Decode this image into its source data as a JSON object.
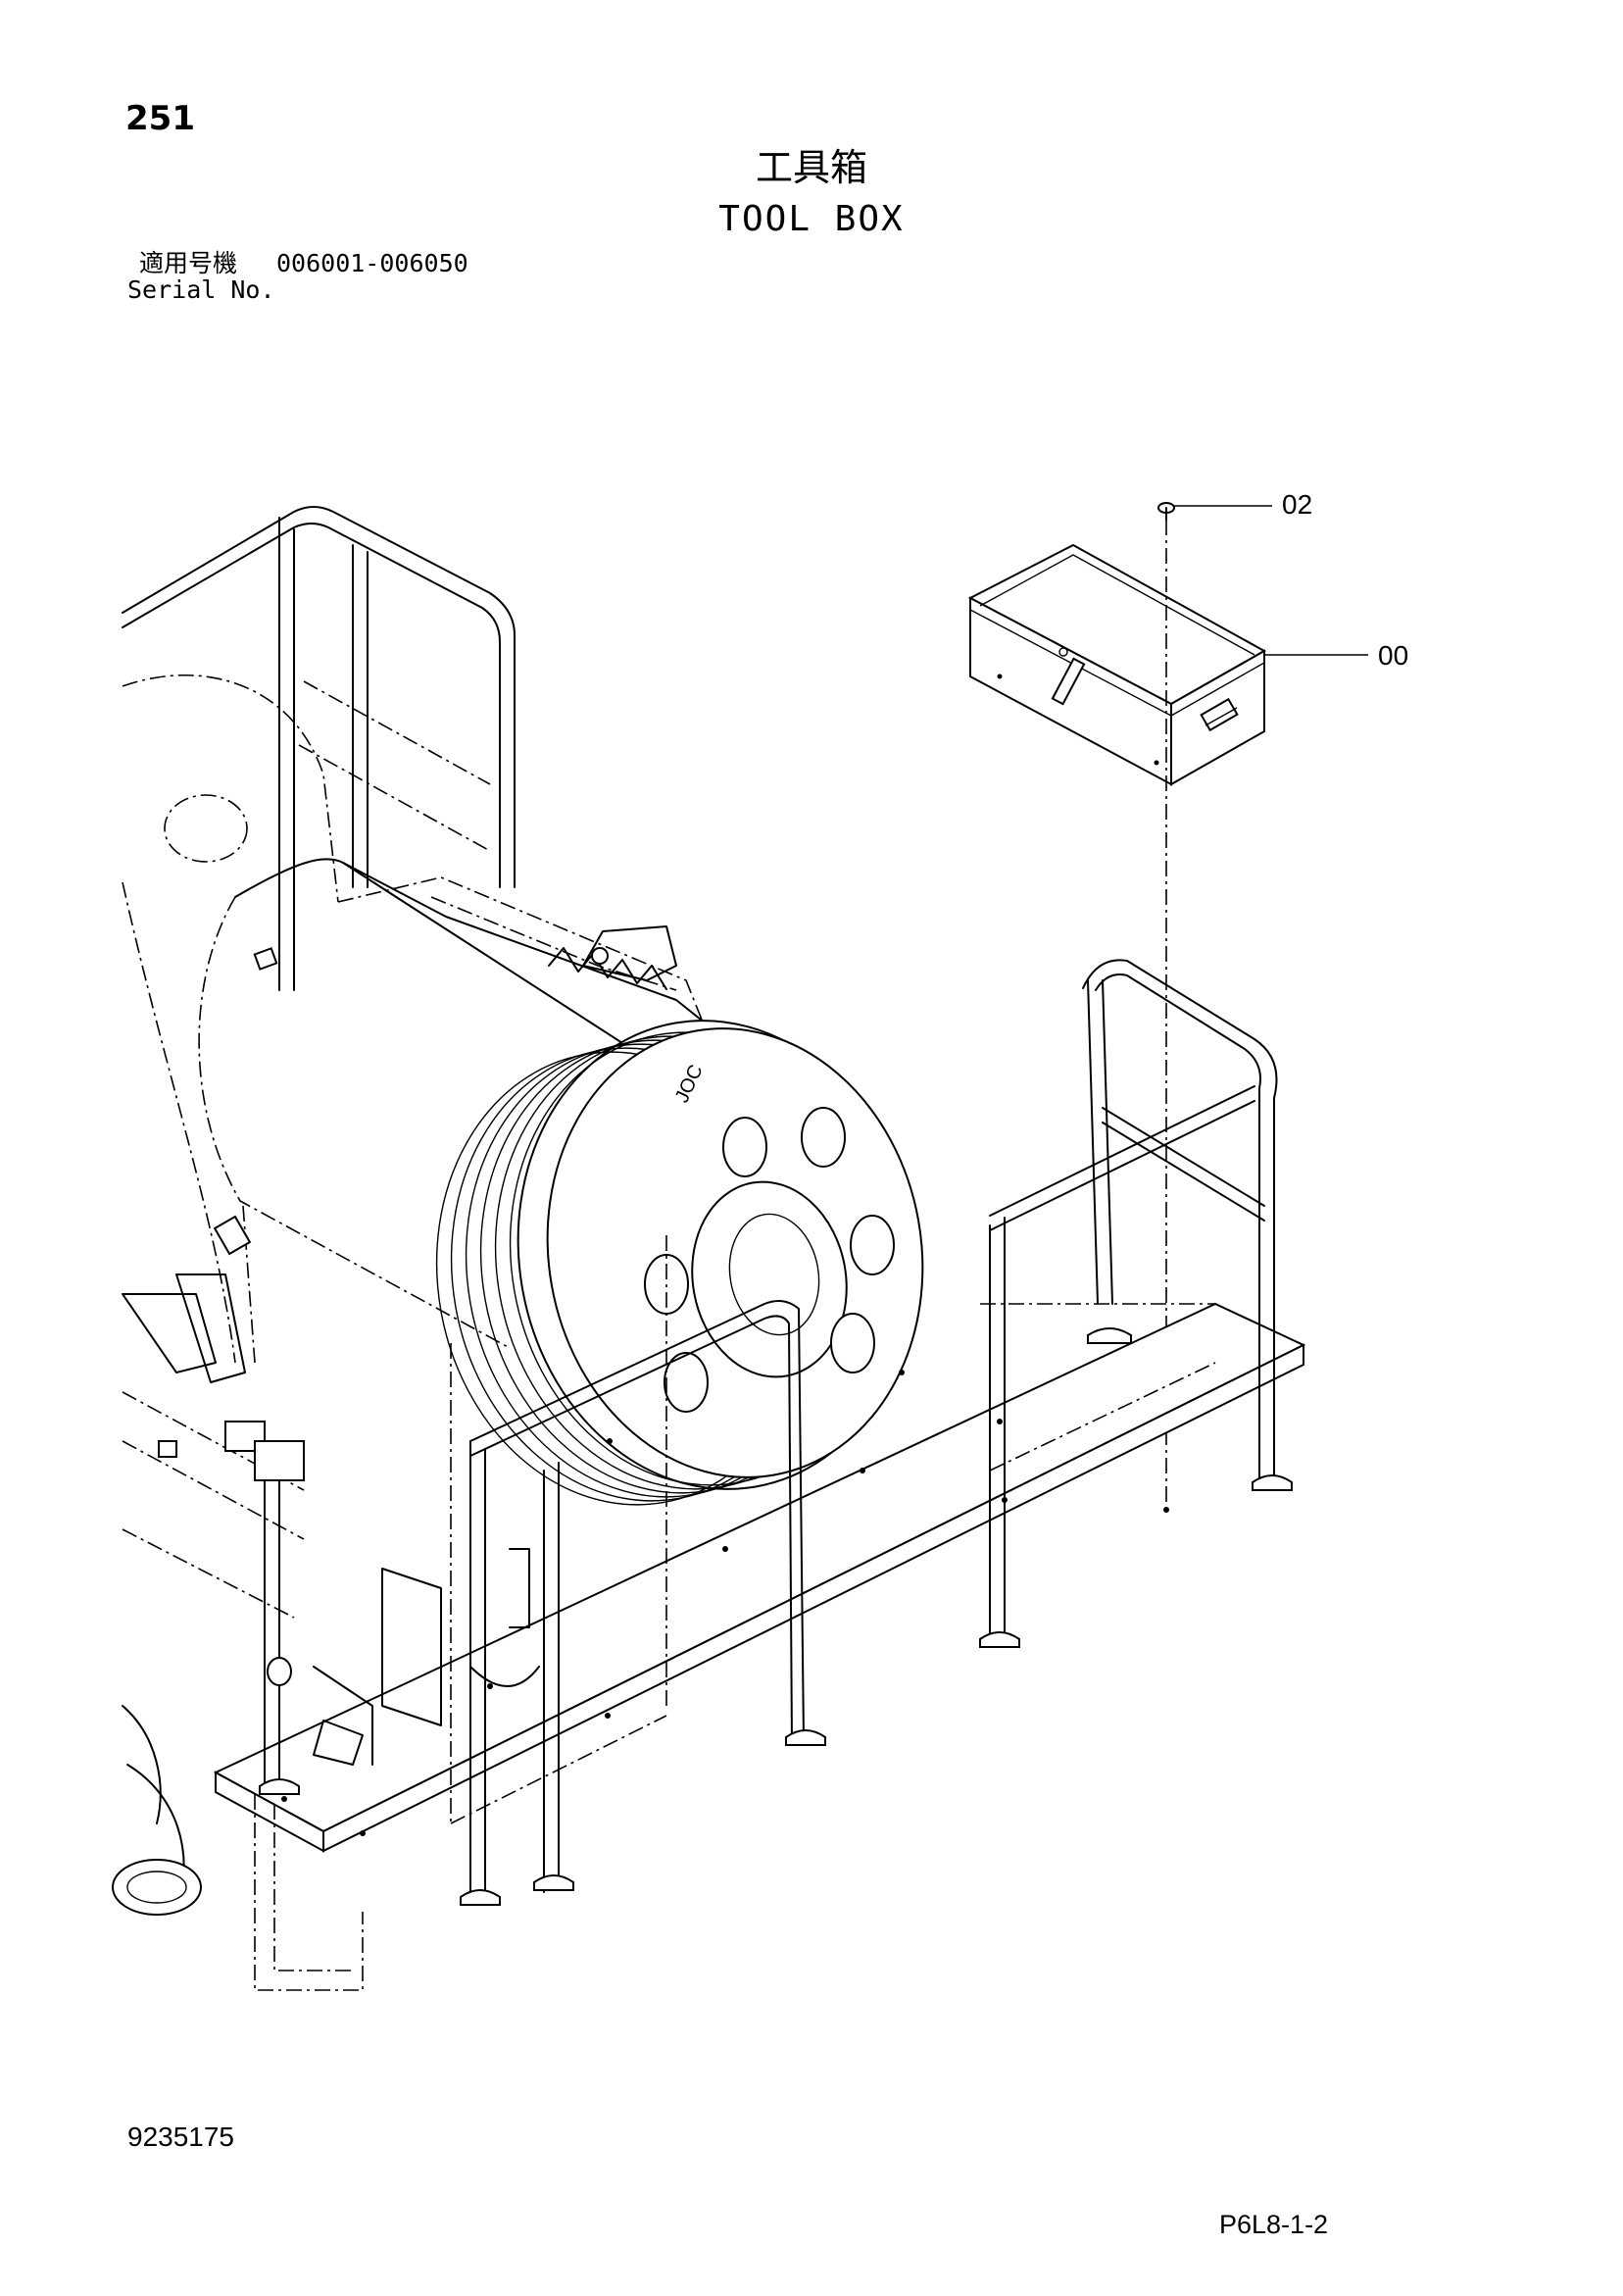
{
  "header": {
    "page_number": "251",
    "title_jp": "工具箱",
    "title_en": "TOOL BOX",
    "serial_label_jp": "適用号機",
    "serial_range": "006001-006050",
    "serial_label_en": "Serial No."
  },
  "callouts": [
    {
      "id": "02"
    },
    {
      "id": "00"
    }
  ],
  "footer": {
    "drawing_number": "9235175",
    "page_code": "P6L8-1-2"
  }
}
